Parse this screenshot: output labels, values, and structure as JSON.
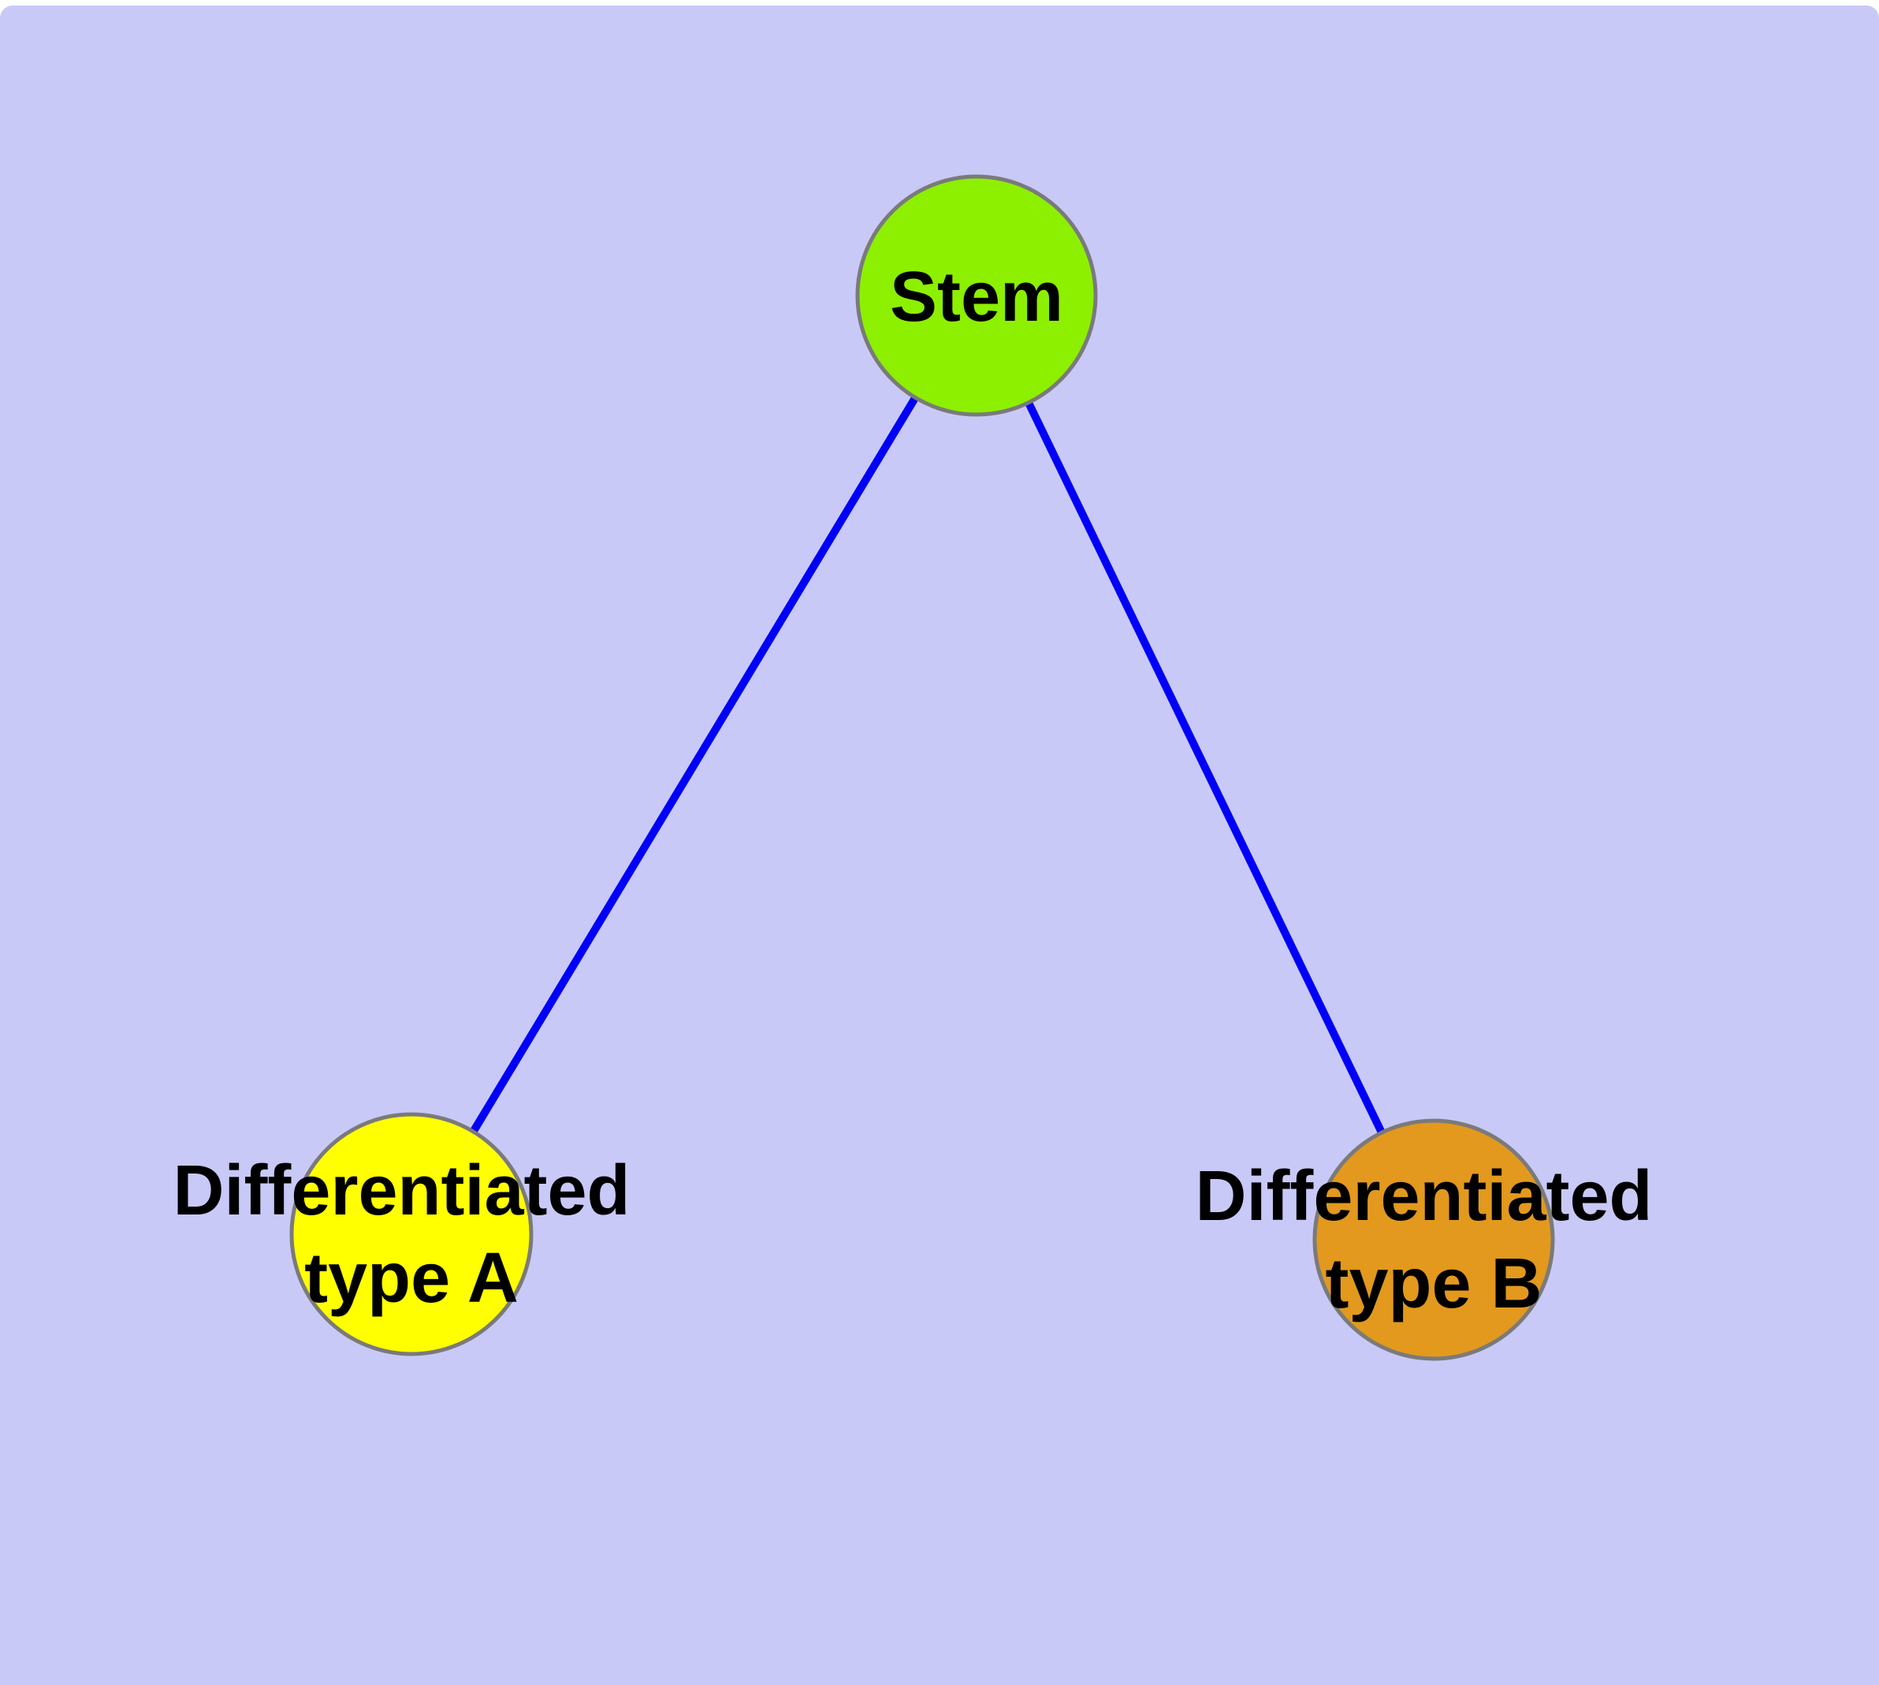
{
  "figure": {
    "page_background_color": "#FFFFFF",
    "canvas_color": "#C9C9F8",
    "text_color": "#000000",
    "node_border_color": "#7A7A7A",
    "edge_color": "#0000FA",
    "nodes": [
      {
        "id": "stem",
        "label": "Stem",
        "fill": "#8CF000"
      },
      {
        "id": "differentiated-type-a",
        "label_line1": "Differentiated",
        "label_line2": "type A",
        "fill": "#FFFF00"
      },
      {
        "id": "differentiated-type-b",
        "label_line1": "Differentiated",
        "label_line2": "type B",
        "fill": "#E2991D"
      }
    ],
    "edges": [
      {
        "id": "stem-to-type-a",
        "from": "Stem",
        "to": "Differentiated type A",
        "color": "#0000FA"
      },
      {
        "id": "stem-to-type-b",
        "from": "Stem",
        "to": "Differentiated type B",
        "color": "#0000FA"
      }
    ]
  }
}
